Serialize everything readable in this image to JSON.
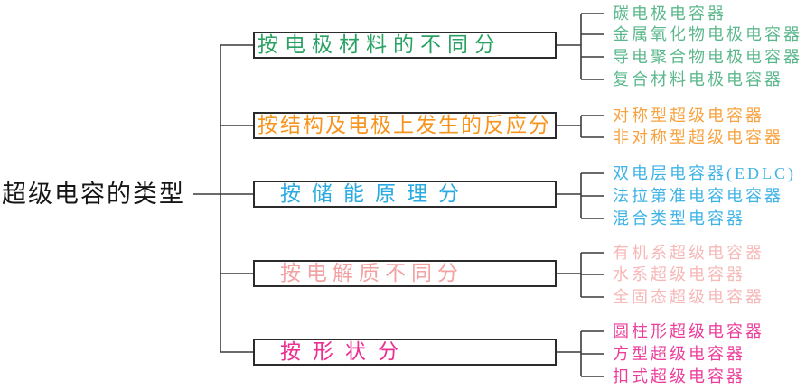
{
  "root": {
    "label": "超级电容的类型"
  },
  "line_color": "#3a3a3a",
  "branches": [
    {
      "label": "按电极材料的不同分",
      "color": "#2aa264",
      "leaf_color": "#5cb88c",
      "leaves": [
        "碳电极电容器",
        "金属氧化物电极电容器",
        "导电聚合物电极电容器",
        "复合材料电极电容器"
      ]
    },
    {
      "label": "按结构及电极上发生的反应分",
      "color": "#f7941e",
      "leaf_color": "#f8a341",
      "leaves": [
        "对称型超级电容器",
        "非对称型超级电容器"
      ]
    },
    {
      "label": "按储能原理分",
      "color": "#29abe2",
      "leaf_color": "#3fb3e6",
      "leaves": [
        "双电层电容器(EDLC)",
        "法拉第准电容电容器",
        "混合类型电容器"
      ]
    },
    {
      "label": "按电解质不同分",
      "color": "#f2a2a2",
      "leaf_color": "#f7b8b8",
      "leaves": [
        "有机系超级电容器",
        "水系超级电容器",
        "全固态超级电容器"
      ]
    },
    {
      "label": "按形状分",
      "color": "#ea2e92",
      "leaf_color": "#ec3e9c",
      "leaves": [
        "圆柱形超级电容器",
        "方型超级电容器",
        "扣式超级电容器"
      ]
    }
  ]
}
